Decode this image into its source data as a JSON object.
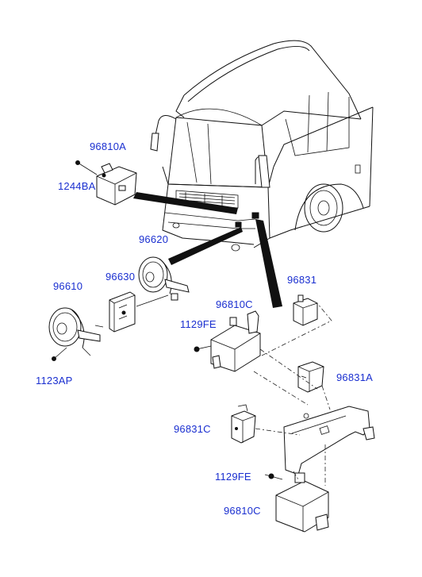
{
  "labels": {
    "p96810A": "96810A",
    "p1244BA": "1244BA",
    "p96620": "96620",
    "p96610": "96610",
    "p96630": "96630",
    "p1123AP": "1123AP",
    "p96831": "96831",
    "p96810C_top": "96810C",
    "p1129FE_top": "1129FE",
    "p96831A": "96831A",
    "p96831C": "96831C",
    "p1129FE_bottom": "1129FE",
    "p96810C_bottom": "96810C"
  },
  "colors": {
    "label": "#1a2fd0",
    "line": "#111111",
    "background": "#ffffff"
  }
}
